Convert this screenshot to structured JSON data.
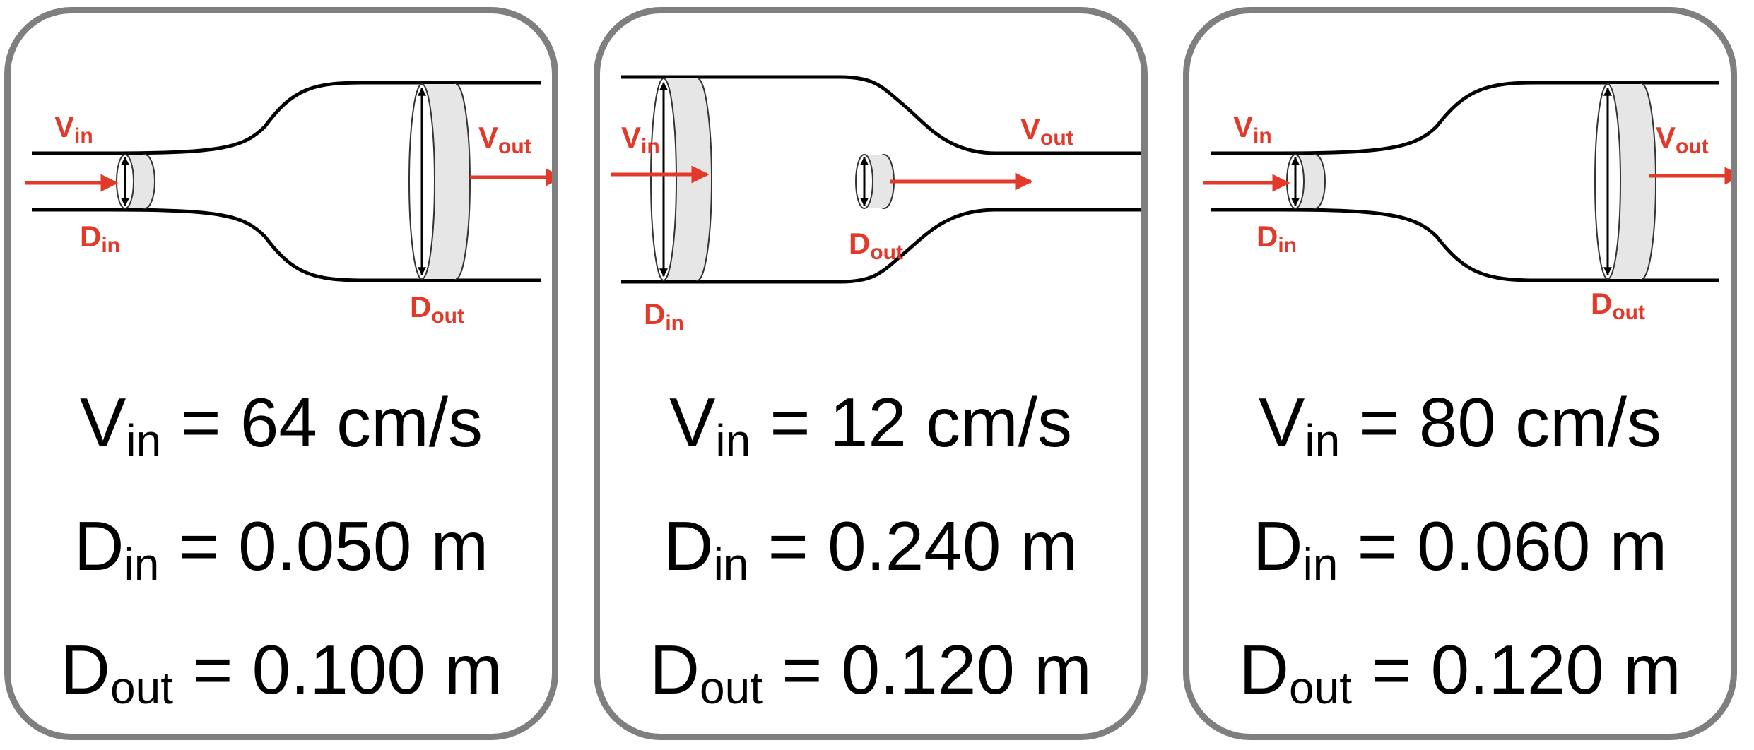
{
  "colors": {
    "border": "#7f7f7f",
    "label_red": "#e2392b",
    "disk_fill": "#e6e6e6",
    "pipe": "#000000"
  },
  "panels": [
    {
      "labels": {
        "v_in": "V",
        "v_in_sub": "in",
        "v_out": "V",
        "v_out_sub": "out",
        "d_in": "D",
        "d_in_sub": "in",
        "d_out": "D",
        "d_out_sub": "out"
      },
      "equations": {
        "v_in_sym": "V",
        "v_in_sub": "in",
        "v_in_rhs": " = 64 cm/s",
        "d_in_sym": "D",
        "d_in_sub": "in",
        "d_in_rhs": " = 0.050 m",
        "d_out_sym": "D",
        "d_out_sub": "out",
        "d_out_rhs": " = 0.100 m"
      }
    },
    {
      "labels": {
        "v_in": "V",
        "v_in_sub": "in",
        "v_out": "V",
        "v_out_sub": "out",
        "d_in": "D",
        "d_in_sub": "in",
        "d_out": "D",
        "d_out_sub": "out"
      },
      "equations": {
        "v_in_sym": "V",
        "v_in_sub": "in",
        "v_in_rhs": " = 12 cm/s",
        "d_in_sym": "D",
        "d_in_sub": "in",
        "d_in_rhs": " = 0.240 m",
        "d_out_sym": "D",
        "d_out_sub": "out",
        "d_out_rhs": " = 0.120 m"
      }
    },
    {
      "labels": {
        "v_in": "V",
        "v_in_sub": "in",
        "v_out": "V",
        "v_out_sub": "out",
        "d_in": "D",
        "d_in_sub": "in",
        "d_out": "D",
        "d_out_sub": "out"
      },
      "equations": {
        "v_in_sym": "V",
        "v_in_sub": "in",
        "v_in_rhs": " = 80 cm/s",
        "d_in_sym": "D",
        "d_in_sub": "in",
        "d_in_rhs": " = 0.060 m",
        "d_out_sym": "D",
        "d_out_sub": "out",
        "d_out_rhs": " = 0.120 m"
      }
    }
  ]
}
